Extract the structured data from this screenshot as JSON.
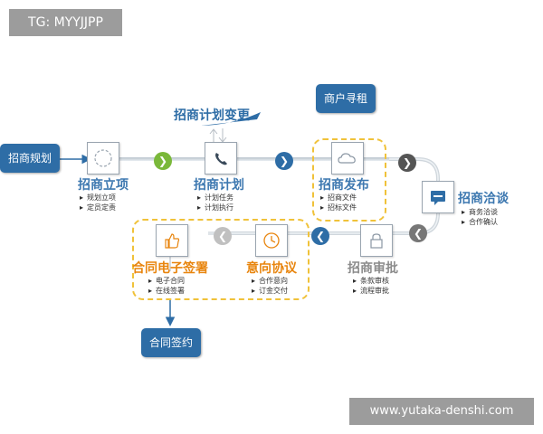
{
  "corner_tag": "TG: MYYJJPP",
  "watermark": "www.yutaka-denshi.com",
  "start_box": "招商规划",
  "end_box": "合同签约",
  "top_box": "商户寻租",
  "change_label": "招商计划变更",
  "steps": [
    {
      "title": "招商立项",
      "items": [
        "规划立项",
        "定员定责"
      ]
    },
    {
      "title": "招商计划",
      "items": [
        "计划任务",
        "计划执行"
      ]
    },
    {
      "title": "招商发布",
      "items": [
        "招商文件",
        "招标文件"
      ]
    },
    {
      "title": "招商洽谈",
      "items": [
        "商务洽谈",
        "合作确认"
      ]
    },
    {
      "title": "招商审批",
      "items": [
        "条款审核",
        "流程审批"
      ]
    },
    {
      "title": "意向协议",
      "items": [
        "合作意向",
        "订金交付"
      ]
    },
    {
      "title": "合同电子签署",
      "items": [
        "电子合同",
        "在线签署"
      ]
    }
  ],
  "colors": {
    "blue": "#2e6da6",
    "green": "#7ab83a",
    "dark": "#555555",
    "orange": "#e8850e",
    "dash": "#f0c23a"
  }
}
